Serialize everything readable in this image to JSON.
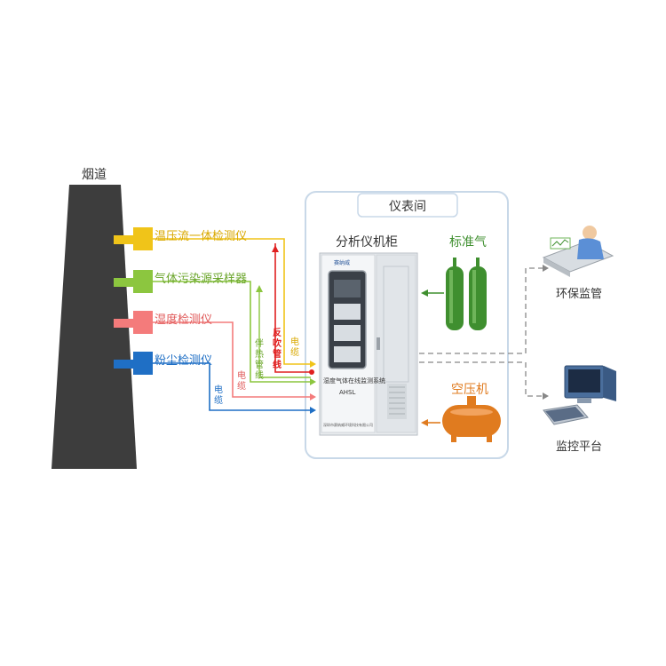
{
  "chimney": {
    "label": "烟道"
  },
  "instruments": [
    {
      "label": "温压流一体检测仪",
      "color": "#f0c419"
    },
    {
      "label": "气体污染源采样器",
      "color": "#8cc63f"
    },
    {
      "label": "湿度检测仪",
      "color": "#f47b7b"
    },
    {
      "label": "粉尘检测仪",
      "color": "#1f6fc5"
    }
  ],
  "line_labels": {
    "cable_yellow": "电缆",
    "backflush_red": "反吹管线",
    "heat_trace_green": "伴热管线",
    "cable_pink": "电缆",
    "cable_blue": "电缆"
  },
  "room": {
    "title": "仪表间",
    "cabinet_title": "分析仪机柜",
    "cabinet_brand": "赛纳威",
    "cabinet_name": "湿度气体在线监测系统",
    "cabinet_model": "AHSL",
    "cabinet_company": "深圳市赛纳威环境科技有限公司",
    "gas_label": "标准气",
    "compressor_label": "空压机"
  },
  "endpoints": {
    "env_supervision": "环保监管",
    "monitor_platform": "监控平台"
  },
  "colors": {
    "chimney": "#3d3d3d",
    "gas_cylinder": "#3f8f2f",
    "compressor": "#e07b1f",
    "room_border": "#c8d8e8",
    "dashed": "#888888"
  }
}
